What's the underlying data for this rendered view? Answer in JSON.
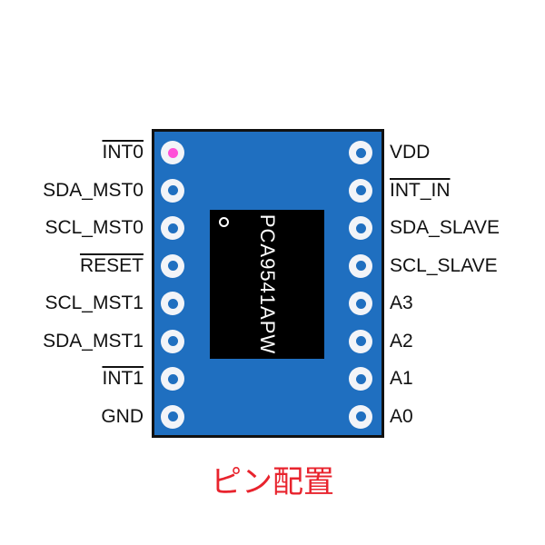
{
  "chip": {
    "label": "PCA9541APW"
  },
  "left_pins": [
    {
      "label": "INT0",
      "overline": true,
      "pin1": true
    },
    {
      "label": "SDA_MST0",
      "overline": false
    },
    {
      "label": "SCL_MST0",
      "overline": false
    },
    {
      "label": "RESET",
      "overline": true
    },
    {
      "label": "SCL_MST1",
      "overline": false
    },
    {
      "label": "SDA_MST1",
      "overline": false
    },
    {
      "label": "INT1",
      "overline": true
    },
    {
      "label": "GND",
      "overline": false
    }
  ],
  "right_pins": [
    {
      "label": "VDD",
      "overline": false
    },
    {
      "label": "INT_IN",
      "overline": true
    },
    {
      "label": "SDA_SLAVE",
      "overline": false
    },
    {
      "label": "SCL_SLAVE",
      "overline": false
    },
    {
      "label": "A3",
      "overline": false
    },
    {
      "label": "A2",
      "overline": false
    },
    {
      "label": "A1",
      "overline": false
    },
    {
      "label": "A0",
      "overline": false
    }
  ],
  "caption": "ピン配置",
  "colors": {
    "board": "#1f6fc0",
    "pin1_marker": "#ff4fd8",
    "caption": "#e8232d"
  }
}
